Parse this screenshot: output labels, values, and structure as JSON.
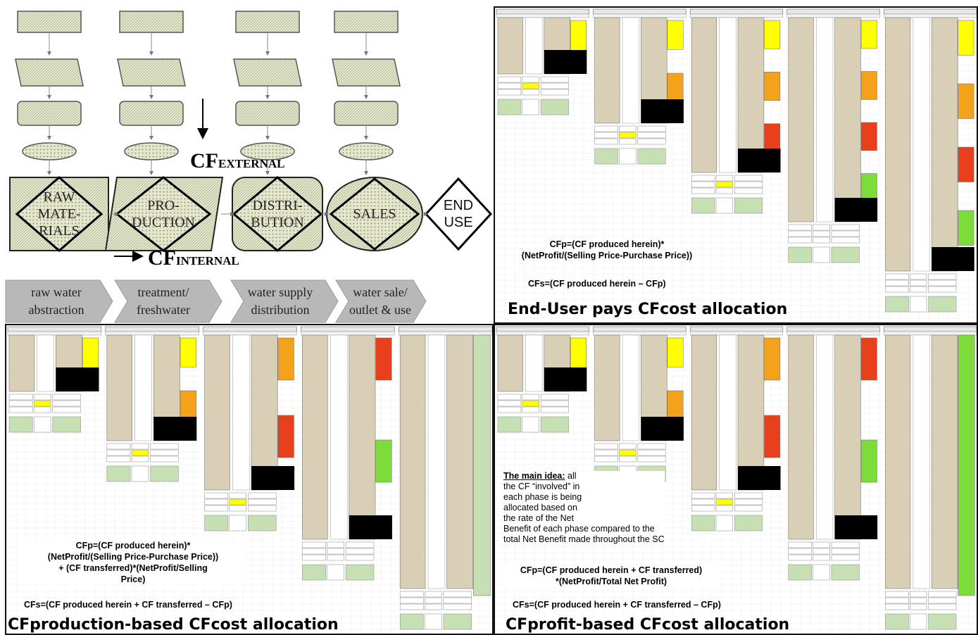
{
  "flow": {
    "phases": [
      {
        "shape_text": [
          "RAW",
          "MATE-",
          "RIALS"
        ],
        "stage": [
          "raw water",
          "abstraction"
        ]
      },
      {
        "shape_text": [
          "PRO-",
          "DUCTION"
        ],
        "stage": [
          "treatment/",
          "freshwater"
        ]
      },
      {
        "shape_text": [
          "DISTRI-",
          "BUTION"
        ],
        "stage": [
          "water supply",
          "distribution"
        ]
      },
      {
        "shape_text": [
          "SALES"
        ],
        "stage": [
          "water sale/",
          "outlet & use"
        ]
      }
    ],
    "end_use": [
      "END",
      "USE"
    ],
    "cf_external": {
      "main": "CF",
      "sub": "EXTERNAL"
    },
    "cf_internal": {
      "main": "CF",
      "sub": "INTERNAL"
    }
  },
  "panels": {
    "end_user": {
      "title": "End-User pays CFcost allocation",
      "formula_cfp": [
        "CFp=(CF produced herein)*",
        "(NetProfit/(Selling Price-Purchase Price))"
      ],
      "formula_cfs": "CFs=(CF produced herein – CFp)"
    },
    "production": {
      "title": "CFproduction-based CFcost allocation",
      "formula_cfp": [
        "CFp=(CF produced herein)*",
        "(NetProfit/(Selling Price-Purchase Price))",
        "+ (CF transferred)*(NetProfit/Selling",
        "Price)"
      ],
      "formula_cfs": "CFs=(CF produced herein + CF transferred – CFp)"
    },
    "profit": {
      "title": "CFprofit-based CFcost allocation",
      "main_idea_label": "The main idea:",
      "main_idea_lines": [
        " all",
        "the CF “involved” in",
        "each phase is being",
        "allocated based on",
        "the rate of the Net",
        "Benefit of each phase compared to the",
        "total Net Benefit made throughout the SC"
      ],
      "formula_cfp": [
        "CFp=(CF produced herein + CF transferred)",
        "*(NetProfit/Total Net Profit)"
      ],
      "formula_cfs": "CFs=(CF produced herein + CF transferred – CFp)"
    }
  },
  "colors": {
    "beige": "#d8cfb6",
    "cell_green": "#c6e0b4",
    "yellow": "#ffff00",
    "orange": "#f4a21b",
    "red": "#e8401c",
    "green_bright": "#7ddc3a",
    "black": "#000000"
  }
}
